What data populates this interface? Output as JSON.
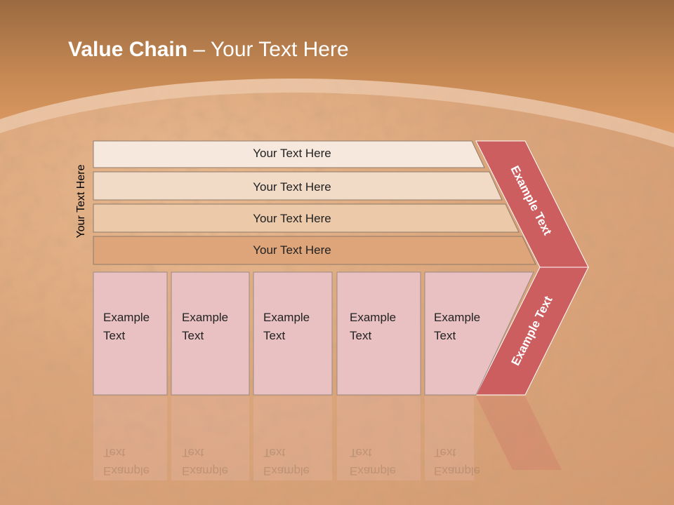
{
  "title": {
    "bold": "Value Chain",
    "rest": " – Your Text Here"
  },
  "side_label": "Your Text Here",
  "bars": [
    {
      "label": "Your Text Here",
      "color": "#f6e8dd"
    },
    {
      "label": "Your Text Here",
      "color": "#f1dbc7"
    },
    {
      "label": "Your Text Here",
      "color": "#ebc9a9"
    },
    {
      "label": "Your Text Here",
      "color": "#dea47a"
    }
  ],
  "boxes": [
    {
      "label": "Example\nText"
    },
    {
      "label": "Example\nText"
    },
    {
      "label": "Example\nText"
    },
    {
      "label": "Example\nText"
    },
    {
      "label": "Example\nText"
    }
  ],
  "chevron": {
    "upper_label": "Example Text",
    "lower_label": "Example Text",
    "color": "#cd5e60"
  },
  "colors": {
    "header": "#c17a43",
    "box_fill": "#eac1c2",
    "box_border": "#9a8a85"
  }
}
